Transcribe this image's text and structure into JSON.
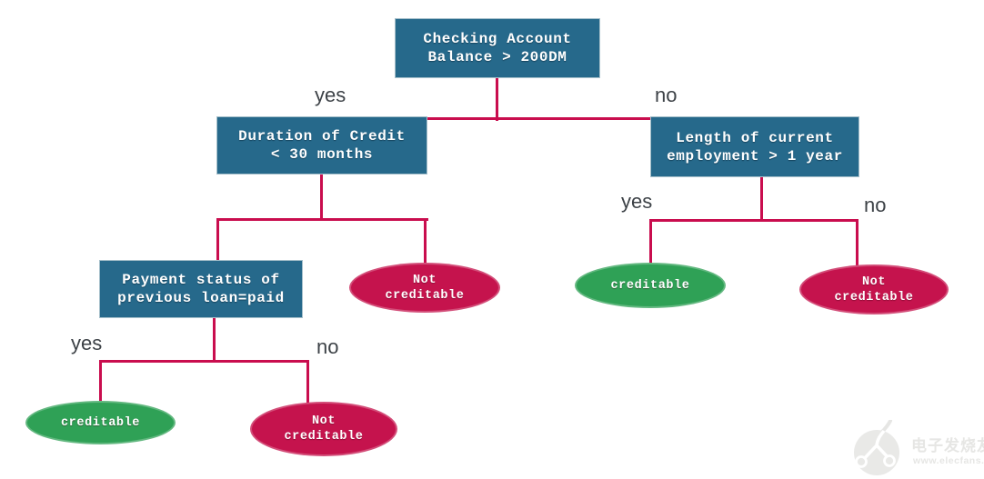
{
  "diagram_type": "decision-tree",
  "colors": {
    "decision_node": "#26698b",
    "edge_line": "#c90d4e",
    "leaf_creditable": "#2fa156",
    "leaf_not_creditable": "#c5134d",
    "branch_label": "#3d4247",
    "node_text": "#ffffff",
    "watermark": "#e6e6e4"
  },
  "nodes": {
    "root": {
      "text": "Checking Account\nBalance > 200DM"
    },
    "duration": {
      "text": "Duration of Credit\n< 30 months"
    },
    "employment": {
      "text": "Length of current\nemployment > 1 year"
    },
    "payment": {
      "text": "Payment status of\nprevious loan=paid"
    }
  },
  "leaves": {
    "duration_no": {
      "text": "Not\ncreditable",
      "type": "not_creditable"
    },
    "payment_yes": {
      "text": "creditable",
      "type": "creditable"
    },
    "payment_no": {
      "text": "Not\ncreditable",
      "type": "not_creditable"
    },
    "employment_yes": {
      "text": "creditable",
      "type": "creditable"
    },
    "employment_no": {
      "text": "Not\ncreditable",
      "type": "not_creditable"
    }
  },
  "branch_labels": {
    "root_yes": "yes",
    "root_no": "no",
    "payment_yes": "yes",
    "payment_no": "no",
    "employment_yes": "yes",
    "employment_no": "no"
  },
  "watermark": {
    "brand": "电子发烧友",
    "url": "www.elecfans.com"
  }
}
